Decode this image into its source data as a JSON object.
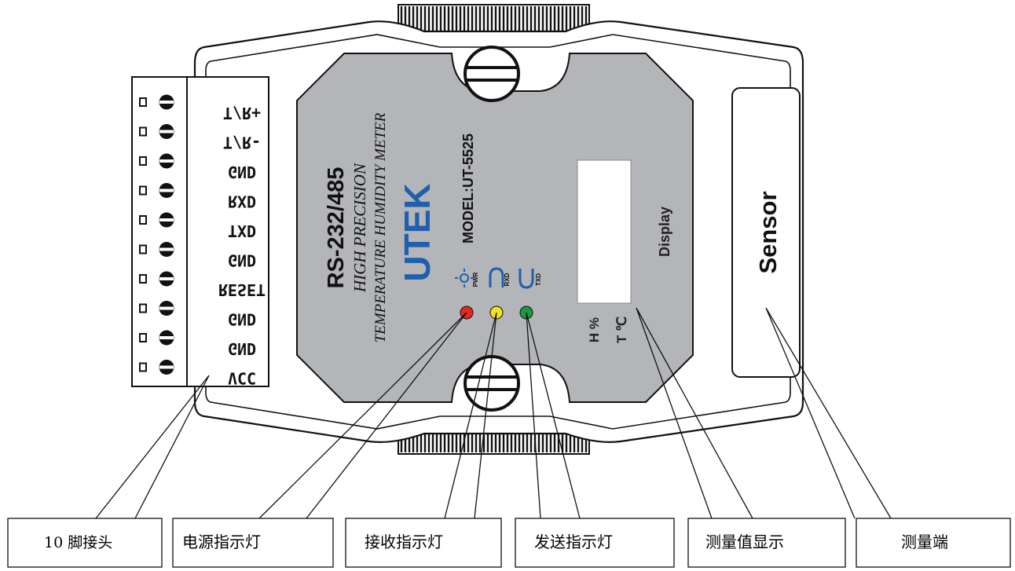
{
  "device": {
    "interface": "RS-232/485",
    "desc_line1": "HIGH PRECISION",
    "desc_line2": "TEMPERATURE HUMIDITY METER",
    "model": "MODEL:UT-5525",
    "brand": "UTEK",
    "display_label": "Display",
    "sensor_label": "Sensor",
    "humidity_unit": "H %",
    "temp_unit": "T ℃",
    "led_labels": [
      "PWR",
      "RXD",
      "TXD"
    ]
  },
  "terminal": {
    "pins": [
      "T/R+",
      "T/R-",
      "GND",
      "RXD",
      "TXD",
      "GND",
      "RESET",
      "GND",
      "GND",
      "VCC"
    ]
  },
  "leds": [
    {
      "name": "PWR",
      "color": "#e8261c"
    },
    {
      "name": "RXD",
      "color": "#f4e21a"
    },
    {
      "name": "TXD",
      "color": "#1a9a3e"
    }
  ],
  "callouts": [
    "10 脚接头",
    "电源指示灯",
    "接收指示灯",
    "发送指示灯",
    "测量值显示",
    "测量端"
  ],
  "colors": {
    "panel_gray": "#b3b5b8",
    "outline": "#111111"
  }
}
